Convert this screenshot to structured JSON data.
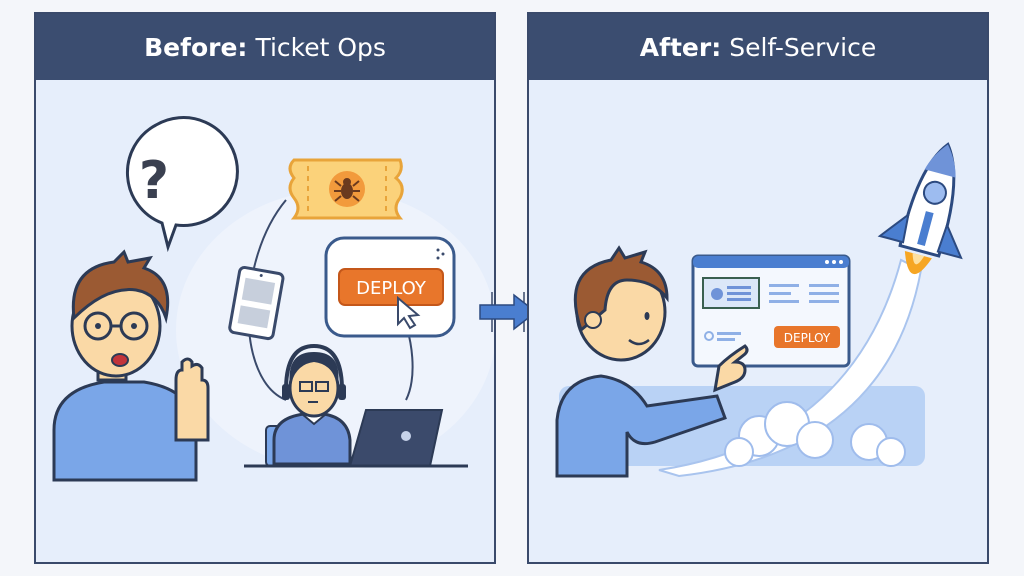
{
  "before": {
    "title_bold": "Before:",
    "title_rest": "Ticket Ops",
    "speech_bubble": "?",
    "ticket_icon": "bug-icon",
    "deploy_button": "DEPLOY"
  },
  "after": {
    "title_bold": "After:",
    "title_rest": "Self-Service",
    "deploy_button": "DEPLOY"
  },
  "transition_arrow": "arrow-right-icon",
  "colors": {
    "header_bg": "#3b4d70",
    "panel_bg": "#e6eefb",
    "deploy_orange": "#e8762b",
    "ticket_yellow": "#fbd27a",
    "shirt_blue": "#7aa6e8",
    "hair_brown": "#9b5a33",
    "skin": "#fad9a6"
  }
}
